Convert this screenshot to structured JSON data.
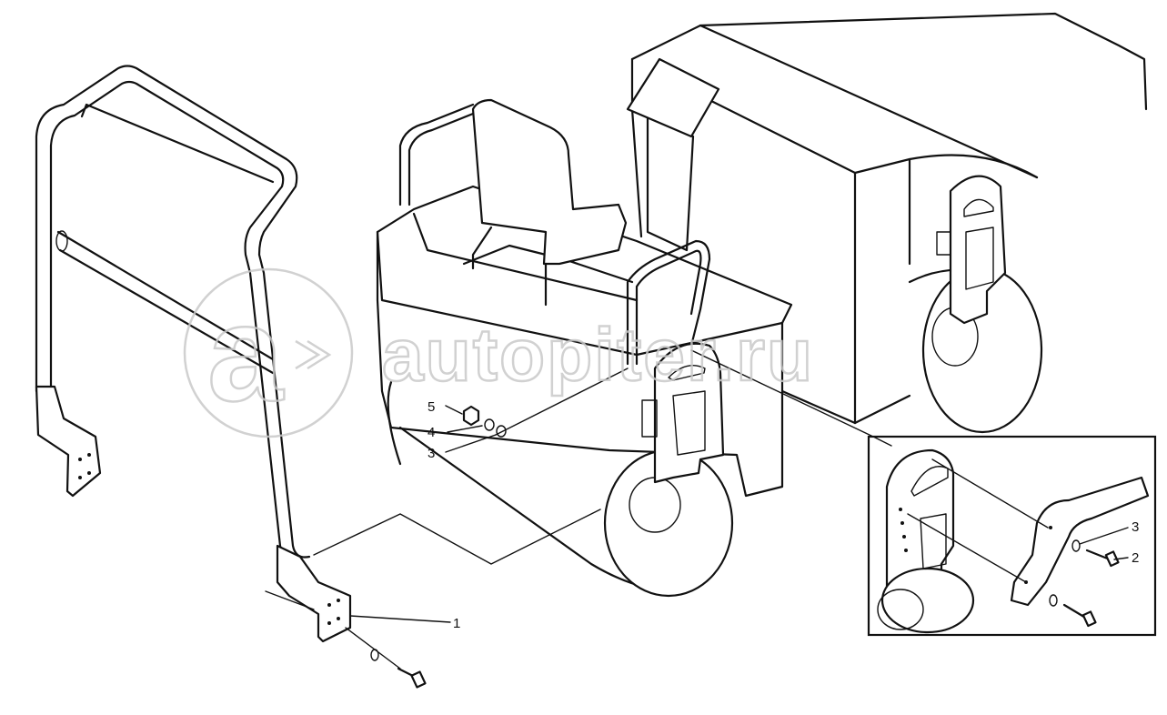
{
  "callouts": {
    "c1": "1",
    "c2": "2",
    "c3": "3",
    "c3_detail": "3",
    "c4": "4",
    "c5": "5"
  },
  "watermark": {
    "logo": "a",
    "text": "autopiter.ru"
  },
  "colors": {
    "ink": "#111111",
    "watermark": "#c9c9c9",
    "background": "#ffffff"
  }
}
